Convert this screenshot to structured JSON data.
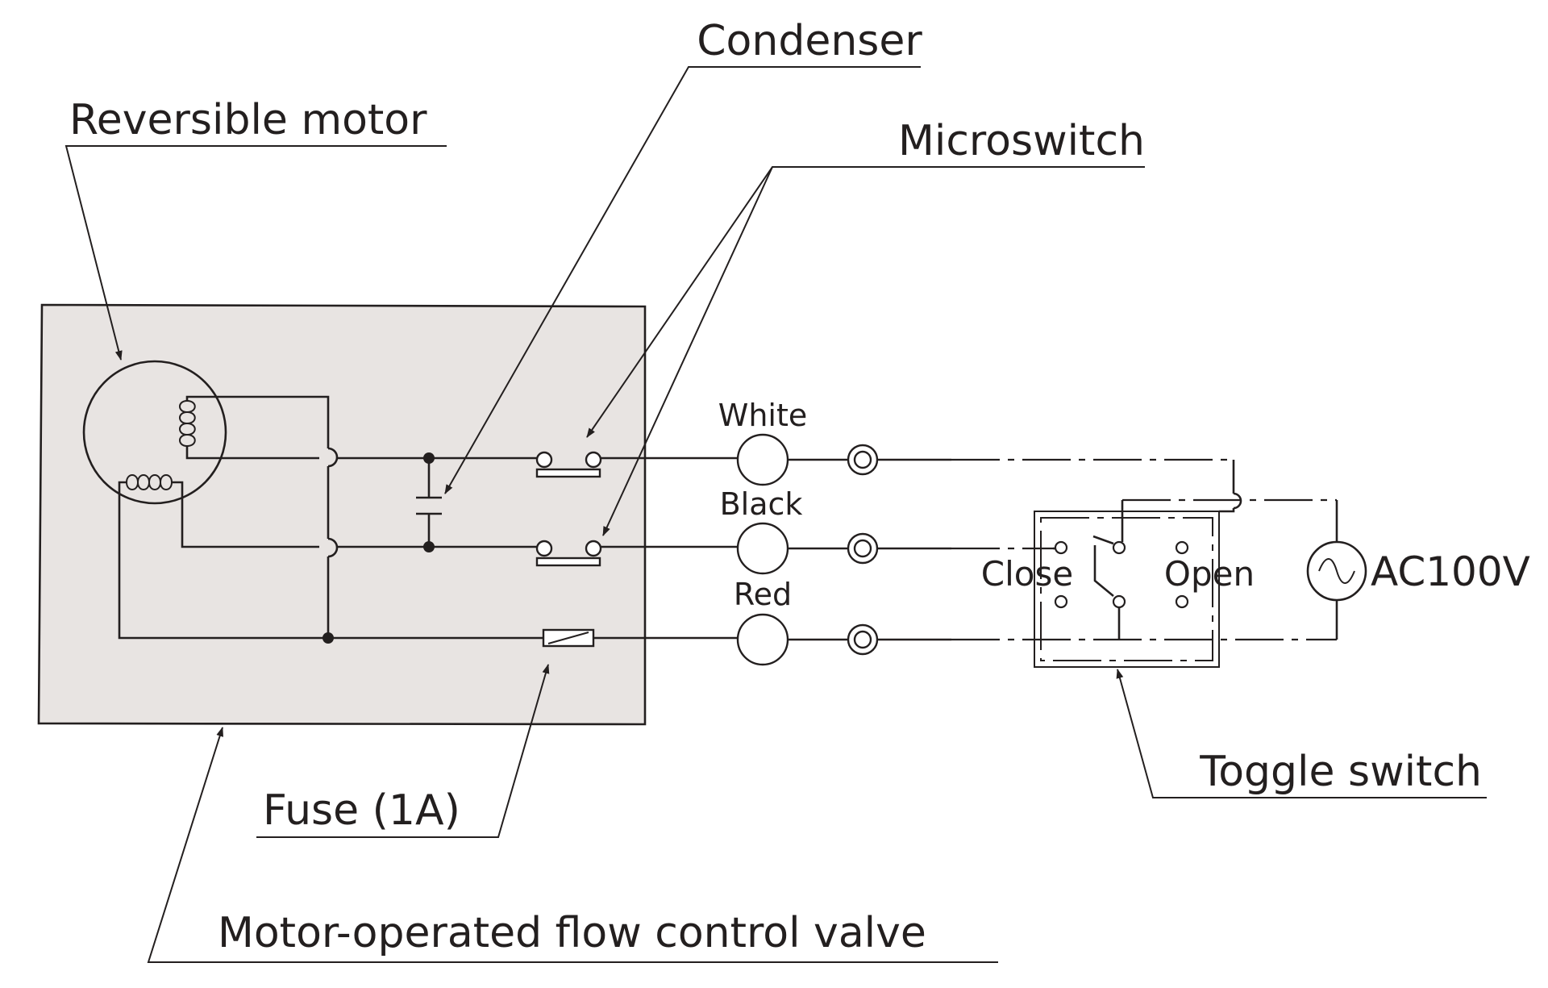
{
  "labels": {
    "condenser": "Condenser",
    "reversible_motor": "Reversible motor",
    "microswitch": "Microswitch",
    "fuse": "Fuse (1A)",
    "valve": "Motor-operated flow control valve",
    "toggle_switch": "Toggle switch",
    "power": "AC100V",
    "toggle_close": "Close",
    "toggle_open": "Open"
  },
  "wires": [
    {
      "color_name": "White"
    },
    {
      "color_name": "Black"
    },
    {
      "color_name": "Red"
    }
  ],
  "colors": {
    "ink": "#231f1f",
    "valve_box_fill": "#e8e4e2"
  },
  "icons": [
    "ac-source-icon",
    "coil-icon",
    "capacitor-icon",
    "fuse-icon",
    "terminal-icon"
  ]
}
